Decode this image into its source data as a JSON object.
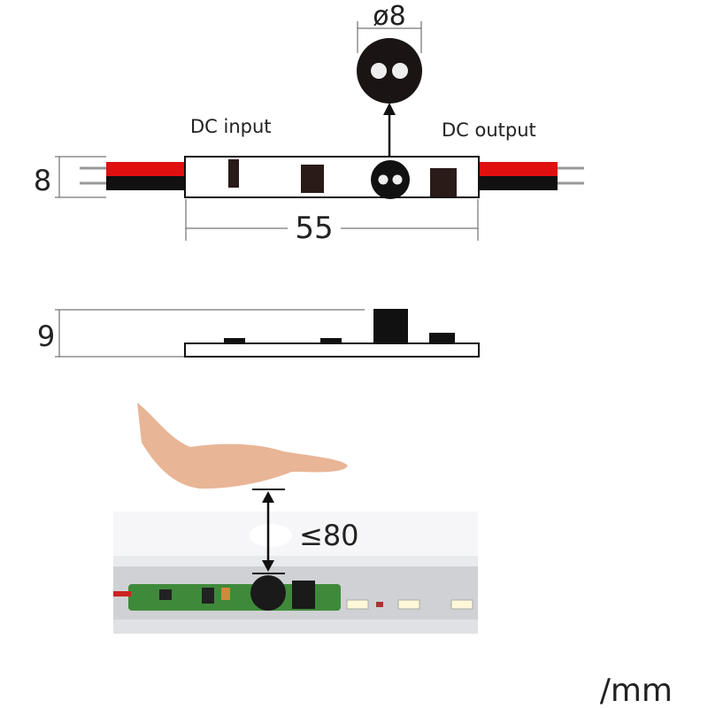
{
  "top_view": {
    "diameter_label": "ø8",
    "input_label": "DC input",
    "output_label": "DC output",
    "height_label": "8",
    "length_label": "55"
  },
  "side_view": {
    "height_label": "9"
  },
  "photo": {
    "distance_label": "≤80"
  },
  "units_label": "/mm",
  "colors": {
    "wire_red": "#e01010",
    "wire_black": "#111111",
    "component": "#2a1a18",
    "sensor": "#111111"
  }
}
